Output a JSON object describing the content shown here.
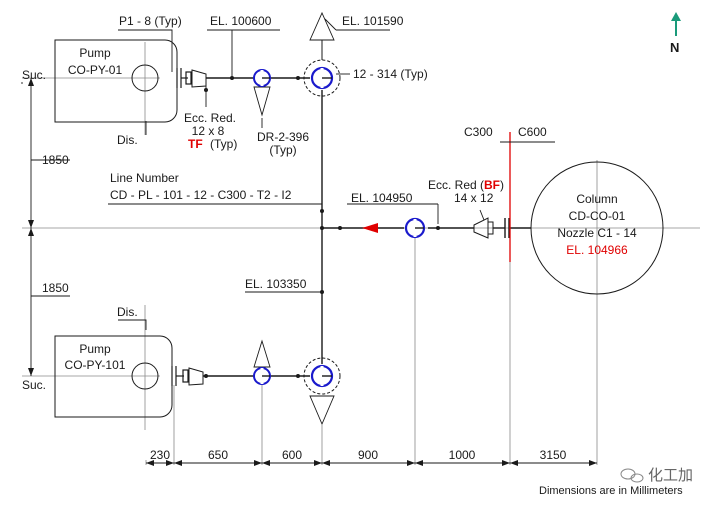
{
  "labels": {
    "pump_top_title": "Pump",
    "pump_top_tag": "CO-PY-01",
    "pump_bot_title": "Pump",
    "pump_bot_tag": "CO-PY-101",
    "suc_top": "Suc.",
    "suc_bot": "Suc.",
    "dis_top": "Dis.",
    "dis_bot": "Dis.",
    "p1_typ": "P1 - 8 (Typ)",
    "el_100600": "EL. 100600",
    "el_101590": "EL. 101590",
    "sup_12_314": "12 - 314 (Typ)",
    "ecc_red_1": "Ecc. Red.",
    "ecc_red_2": "12 x 8",
    "ecc_red_3_tf": "TF",
    "ecc_red_3_typ": "(Typ)",
    "dr_1": "DR-2-396",
    "dr_2": "(Typ)",
    "c300": "C300",
    "c600": "C600",
    "dim_1850_top": "1850",
    "dim_1850_bot": "1850",
    "line_number_title": "Line Number",
    "line_number_value": "CD - PL - 101 - 12 - C300 - T2 - I2",
    "ecc_red_bf_1": "Ecc. Red (",
    "ecc_red_bf_2": "BF",
    "ecc_red_bf_3": ")",
    "ecc_red_bf_size": "14 x 12",
    "el_104950": "EL. 104950",
    "column_1": "Column",
    "column_2": "CD-CO-01",
    "column_3": "Nozzle C1 - 14",
    "column_4": "EL. 104966",
    "el_103350": "EL. 103350",
    "north": "N",
    "dims_note": "Dimensions are in Millimeters",
    "watermark": "化工加"
  },
  "dimensions": [
    "230",
    "650",
    "600",
    "900",
    "1000",
    "3150"
  ],
  "colors": {
    "line": "#1a1a1a",
    "centerline": "#8a8a8a",
    "valve_blue": "#1a1acc",
    "spec_break": "#e00000",
    "north_arrow": "#1a9a7a"
  }
}
